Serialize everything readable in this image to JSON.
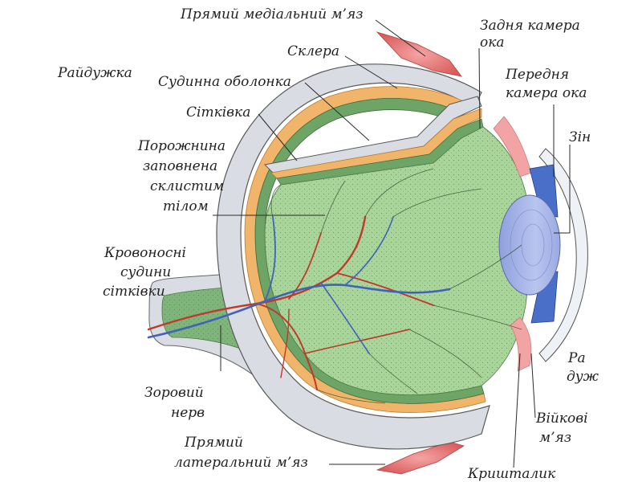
{
  "labels": {
    "medial_muscle": "Прямий медіальний м’яз",
    "posterior_chamber": [
      "Задня камера",
      "ока"
    ],
    "sclera": "Склера",
    "iris_left": "Райдужка",
    "anterior_chamber": [
      "Передня",
      "камера ока"
    ],
    "choroid": "Судинна оболонка",
    "retina": "Сітківка",
    "zinn": "Зін",
    "vitreous": [
      "Порожнина",
      "заповнена",
      "склистим",
      "тілом"
    ],
    "vessels": [
      "Кровоносні",
      "судини",
      "сітківки"
    ],
    "iris_right": [
      "Ра",
      "дуж"
    ],
    "optic_nerve": [
      "Зоровий",
      "нерв"
    ],
    "ciliary": [
      "Війкові",
      "м’яз"
    ],
    "lateral_muscle": [
      "Прямий",
      "латеральний м’яз"
    ],
    "lens": "Кришталик"
  },
  "colors": {
    "sclera": "#d9dde3",
    "choroid": "#f0b46a",
    "retina": "#7fb47a",
    "vitreous": "#a9d49a",
    "lens": "#a9b7e6",
    "iris": "#4a6fc9",
    "muscle": "#e07a7a",
    "artery": "#c0392b",
    "vein": "#3f63b8"
  }
}
